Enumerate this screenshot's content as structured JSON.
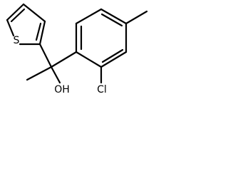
{
  "molecule": {
    "atoms": {
      "sulfur": "S",
      "chlorine": "Cl",
      "hydroxyl": "OH"
    }
  }
}
